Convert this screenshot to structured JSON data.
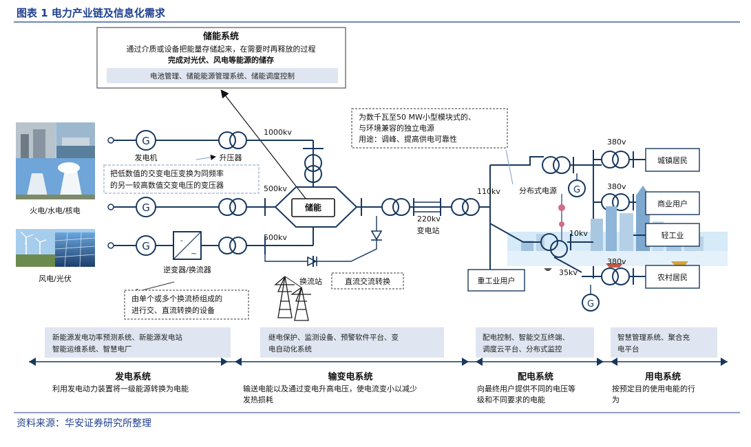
{
  "header": {
    "title": "图表 1 电力产业链及信息化需求"
  },
  "footer": {
    "source": "资料来源：华安证券研究所整理"
  },
  "storage": {
    "title": "储能系统",
    "line1": "通过介质或设备把能量存储起来，在需要时再释放的过程",
    "line2": "完成对光伏、风电等能源的储存",
    "info": "电池管理、储能能源管理系统、储能调度控制",
    "node_label": "储能"
  },
  "generation": {
    "photo_label_1": "火电/水电/核电",
    "photo_label_2": "风电/光伏",
    "generator_label": "发电机",
    "step_up_label": "升压器",
    "step_up_note_1": "把低数值的交变电压变换为同频率",
    "step_up_note_2": "的另一较高数值交变电压的变压器",
    "inverter_label": "逆变器/换流器",
    "inverter_note_1": "由单个或多个换流桥组成的",
    "inverter_note_2": "进行交、直流转换的设备"
  },
  "transmission": {
    "kv_1000": "1000kv",
    "kv_500_a": "500kv",
    "kv_500_b": "500kv",
    "kv_220": "220kv",
    "substation_label": "变电站",
    "converter_station": "换流站",
    "dc_ac_label": "直流交流转换"
  },
  "distribution": {
    "kv_110": "110kv",
    "kv_380_a": "380v",
    "kv_380_b": "380v",
    "kv_380_c": "380v",
    "kv_10": "10kv",
    "kv_35": "35kv",
    "distributed_label": "分布式电源",
    "distributed_note_1": "为数千瓦至50 MW小型模块式的、",
    "distributed_note_2": "与环境兼容的独立电源",
    "distributed_note_3": "用途：调峰、提高供电可靠性",
    "heavy_industry": "重工业用户",
    "users": [
      "城镇居民",
      "商业用户",
      "轻工业",
      "农村居民"
    ]
  },
  "info_bar": {
    "gen_info": [
      "新能源发电功率预测系统、新能源发电站",
      "智能运维系统、智慧电厂"
    ],
    "trans_info": [
      "继电保护、监测设备、预警软件平台、变",
      "电自动化系统"
    ],
    "dist_info": [
      "配电控制、智能交互终端、",
      "调度云平台、分布式监控"
    ],
    "use_info": [
      "智慧管理系统、聚合充",
      "电平台"
    ]
  },
  "systems": [
    {
      "name": "发电系统",
      "desc": [
        "利用发电动力装置将一级能源转换为电能"
      ]
    },
    {
      "name": "输变电系统",
      "desc": [
        "输送电能以及通过变电升高电压，使电流变小以减少",
        "发热损耗"
      ]
    },
    {
      "name": "配电系统",
      "desc": [
        "向最终用户提供不同的电压等",
        "级和不同要求的电能"
      ]
    },
    {
      "name": "用电系统",
      "desc": [
        "按预定目的使用电能的行",
        "为"
      ]
    }
  ],
  "colors": {
    "title": "#1f3f8f",
    "line": "#17375e",
    "info_fill": "#dfe6f1",
    "annotation_border": "#7f9ccf"
  },
  "icons": [
    "generator-icon",
    "transformer-icon",
    "inverter-icon",
    "diode-icon",
    "tower-icon",
    "power-plant-photo",
    "renewable-photo",
    "city-skyline-photo"
  ]
}
